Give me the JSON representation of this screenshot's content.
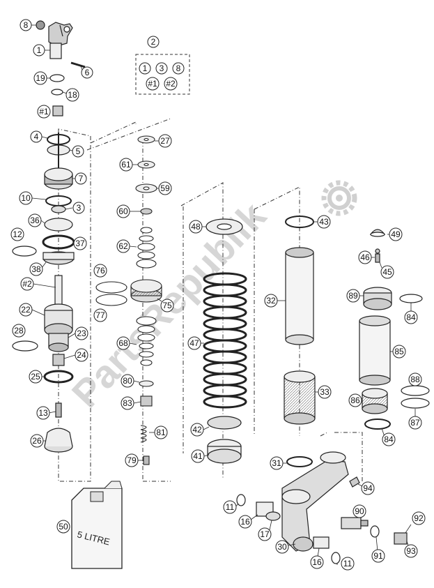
{
  "diagram": {
    "type": "exploded-parts-diagram",
    "watermark": "PartsRepublik",
    "container_label": "5 LITRE",
    "kit_box": {
      "title": "2",
      "items": [
        "1",
        "3",
        "8"
      ],
      "sub_items": [
        "#1",
        "#2"
      ]
    },
    "callouts": {
      "c1": "1",
      "c3": "3",
      "c4": "4",
      "c5": "5",
      "c6": "6",
      "c7": "7",
      "c8": "8",
      "c10": "10",
      "c11a": "11",
      "c11b": "11",
      "c12": "12",
      "c13": "13",
      "c16a": "16",
      "c16b": "16",
      "c17": "17",
      "c18": "18",
      "c19": "19",
      "c22": "22",
      "c23": "23",
      "c24": "24",
      "c25": "25",
      "c26": "26",
      "c27": "27",
      "c28": "28",
      "c30": "30",
      "c31": "31",
      "c32": "32",
      "c33": "33",
      "c36": "36",
      "c37": "37",
      "c38": "38",
      "c41": "41",
      "c42": "42",
      "c43": "43",
      "c45": "45",
      "c46": "46",
      "c47": "47",
      "c48": "48",
      "c49": "49",
      "c50": "50",
      "c59": "59",
      "c60": "60",
      "c61": "61",
      "c62": "62",
      "c68": "68",
      "c75": "75",
      "c76": "76",
      "c77": "77",
      "c79": "79",
      "c80": "80",
      "c81": "81",
      "c83": "83",
      "c84a": "84",
      "c84b": "84",
      "c85": "85",
      "c86": "86",
      "c87": "87",
      "c88": "88",
      "c89": "89",
      "c90": "90",
      "c91": "91",
      "c92": "92",
      "c93": "93",
      "c94": "94",
      "h1": "#1",
      "h2": "#2"
    }
  }
}
